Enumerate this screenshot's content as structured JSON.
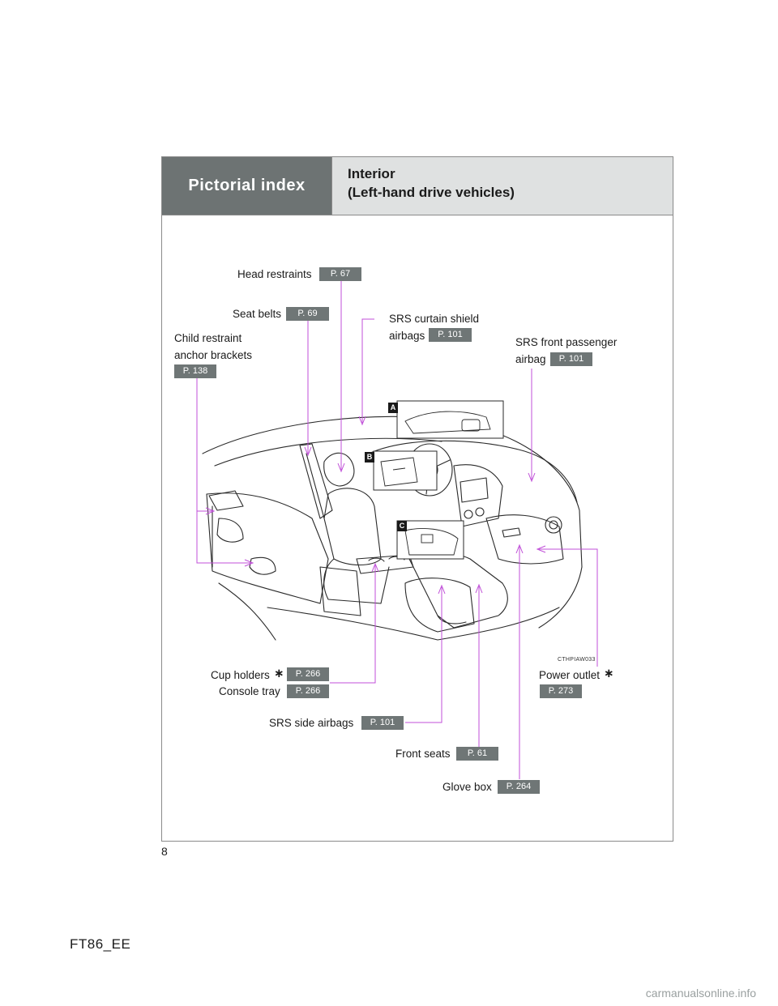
{
  "header": {
    "section": "Pictorial index",
    "title_line1": "Interior",
    "title_line2": "(Left-hand drive vehicles)"
  },
  "callouts": {
    "head_restraints": {
      "label": "Head restraints",
      "page": "P. 67"
    },
    "seat_belts": {
      "label": "Seat belts",
      "page": "P. 69"
    },
    "child_restraint": {
      "label1": "Child restraint",
      "label2": "anchor brackets",
      "page": "P. 138"
    },
    "srs_curtain": {
      "label1": "SRS curtain shield",
      "label2": "airbags",
      "page": "P. 101"
    },
    "srs_front_passenger": {
      "label1": "SRS front passenger",
      "label2": "airbag",
      "page": "P. 101"
    },
    "cup_holders": {
      "label": "Cup holders",
      "asterisk": "∗",
      "page": "P. 266"
    },
    "console_tray": {
      "label": "Console tray",
      "page": "P. 266"
    },
    "srs_side": {
      "label": "SRS side airbags",
      "page": "P. 101"
    },
    "front_seats": {
      "label": "Front seats",
      "page": "P. 61"
    },
    "glove_box": {
      "label": "Glove box",
      "page": "P. 264"
    },
    "power_outlet": {
      "label": "Power outlet",
      "asterisk": "∗",
      "page": "P. 273"
    }
  },
  "insets": {
    "a": "A",
    "b": "B",
    "c": "C"
  },
  "illustration_code": "CTHPIAW033",
  "page_number": "8",
  "footer": "FT86_EE",
  "watermark": "carmanualsonline.info",
  "colors": {
    "callout_line": "#c04fd8",
    "badge": "#6f7676",
    "header_dark": "#6d7373",
    "header_light": "#dfe1e1"
  }
}
